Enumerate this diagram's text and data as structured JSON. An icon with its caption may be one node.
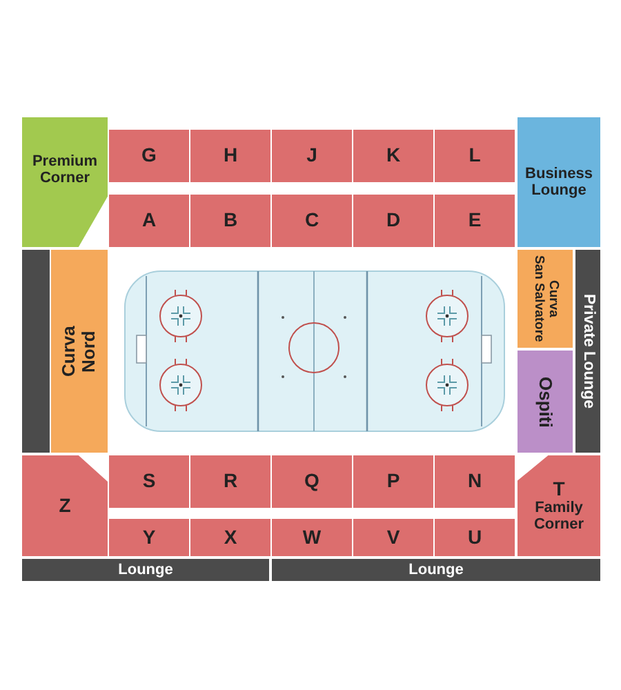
{
  "diagram": {
    "nodes": [
      {
        "text": [
          "Premium Corner"
        ]
      },
      {
        "text": [
          "G"
        ]
      },
      {
        "text": [
          "H"
        ]
      },
      {
        "text": [
          "J"
        ]
      },
      {
        "text": [
          "K"
        ]
      },
      {
        "text": [
          "L"
        ]
      },
      {
        "text": [
          "Business Lounge"
        ]
      },
      {
        "text": [
          "A"
        ]
      },
      {
        "text": [
          "B"
        ]
      },
      {
        "text": [
          "C"
        ]
      },
      {
        "text": [
          "D"
        ]
      },
      {
        "text": [
          "E"
        ]
      },
      {
        "text": [],
        "shape": "bar"
      },
      {
        "text": [
          "Curva Nord"
        ]
      },
      {
        "text": [
          "Curva San Salvatore"
        ]
      },
      {
        "text": [
          "Private Lounge"
        ]
      },
      {
        "text": [
          "Ospiti"
        ]
      },
      {
        "text": [
          "Z"
        ]
      },
      {
        "text": [
          "S"
        ]
      },
      {
        "text": [
          "R"
        ]
      },
      {
        "text": [
          "Q"
        ]
      },
      {
        "text": [
          "P"
        ]
      },
      {
        "text": [
          "N"
        ]
      },
      {
        "text": [
          "T",
          "Family Corner"
        ]
      },
      {
        "text": [
          "Y"
        ]
      },
      {
        "text": [
          "X"
        ]
      },
      {
        "text": [
          "W"
        ]
      },
      {
        "text": [
          "V"
        ]
      },
      {
        "text": [
          "U"
        ]
      },
      {
        "text": [
          "Lounge"
        ]
      },
      {
        "text": [
          "Lounge"
        ]
      }
    ]
  }
}
